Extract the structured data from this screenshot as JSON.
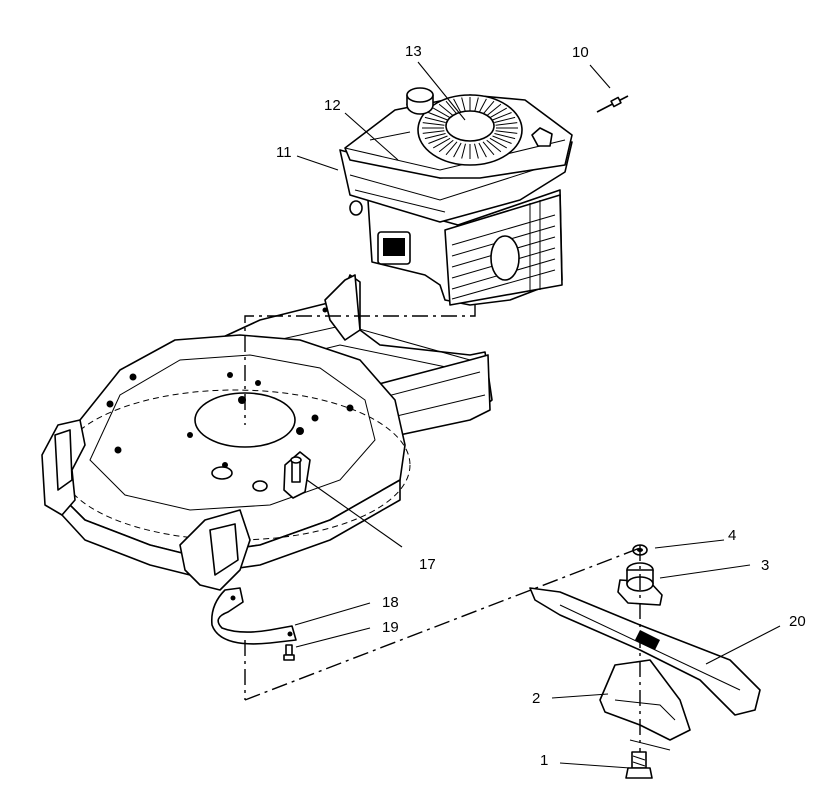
{
  "figure": {
    "callouts": [
      {
        "id": "c1",
        "label": "1"
      },
      {
        "id": "c2",
        "label": "2"
      },
      {
        "id": "c3",
        "label": "3"
      },
      {
        "id": "c4",
        "label": "4"
      },
      {
        "id": "c10",
        "label": "10"
      },
      {
        "id": "c11",
        "label": "11"
      },
      {
        "id": "c12",
        "label": "12"
      },
      {
        "id": "c13",
        "label": "13"
      },
      {
        "id": "c17",
        "label": "17"
      },
      {
        "id": "c18",
        "label": "18"
      },
      {
        "id": "c19",
        "label": "19"
      },
      {
        "id": "c20",
        "label": "20"
      }
    ]
  }
}
